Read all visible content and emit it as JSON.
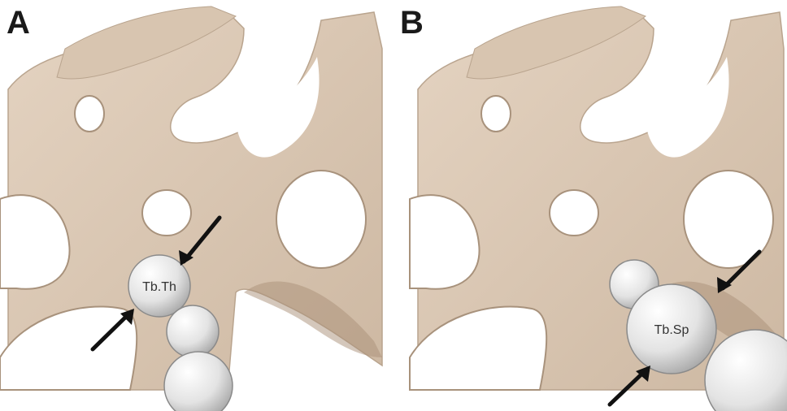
{
  "panels": [
    {
      "letter": "A",
      "sphere_label": "Tb.Th"
    },
    {
      "letter": "B",
      "sphere_label": "Tb.Sp"
    }
  ],
  "colors": {
    "bone": "#dcc9b5",
    "bone_shadow": "#b5a08a",
    "sphere": "#e6e6e6",
    "arrow": "#111111",
    "background": "#ffffff"
  }
}
